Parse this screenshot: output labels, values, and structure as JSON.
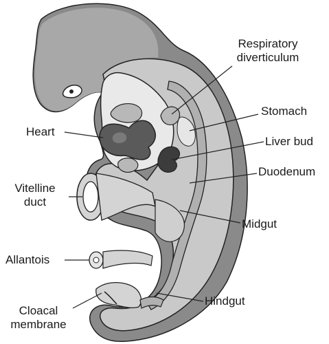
{
  "diagram": {
    "labels": {
      "respiratory": [
        "Respiratory",
        "diverticulum"
      ],
      "stomach": "Stomach",
      "heart": "Heart",
      "liver_bud": "Liver bud",
      "vitelline": [
        "Vitelline",
        "duct"
      ],
      "duodenum": "Duodenum",
      "midgut": "Midgut",
      "allantois": "Allantois",
      "hindgut": "Hindgut",
      "cloacal": [
        "Cloacal",
        "membrane"
      ]
    },
    "colors": {
      "outer_body": "#8a8a8a",
      "mesoderm": "#c9c9c9",
      "light_cavity": "#e6e6e6",
      "gut_tube": "#b0b0b0",
      "heart_dark": "#5a5a5a",
      "liver_dark": "#3c3c3c",
      "outline": "#222222"
    }
  }
}
